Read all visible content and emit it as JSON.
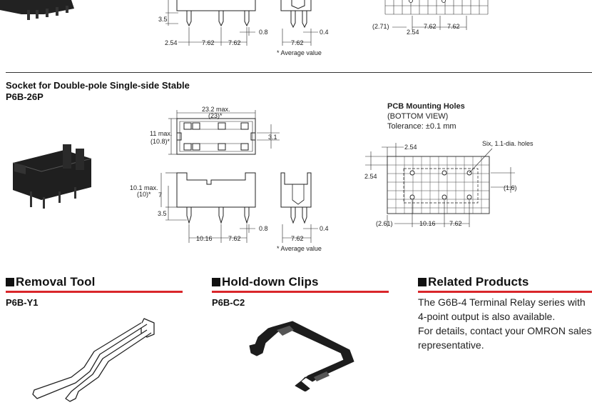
{
  "top_figure": {
    "dims": {
      "d35": "3.5",
      "d254": "2.54",
      "d762a": "7.62",
      "d762b": "7.62",
      "d08": "0.8",
      "d04": "0.4",
      "d762c": "7.62",
      "avg": "* Average value",
      "hole271": "(2.71)",
      "hole254": "2.54",
      "hole762a": "7.62",
      "hole762b": "7.62"
    }
  },
  "socket_26p": {
    "title": "Socket for Double-pole Single-side Stable",
    "model": "P6B-26P",
    "dims": {
      "w_max": "23.2 max.",
      "w_avg": "(23)*",
      "h_max": "11 max.",
      "h_avg": "(10.8)*",
      "d31": "3.1",
      "side_max": "10.1 max.",
      "side_avg": "(10)*",
      "d7": "7",
      "d35": "3.5",
      "d1016": "10.16",
      "d762a": "7.62",
      "d08": "0.8",
      "d04": "0.4",
      "d762b": "7.62",
      "avg": "* Average value"
    },
    "pcb": {
      "title": "PCB Mounting Holes",
      "view": "(BOTTOM VIEW)",
      "tolerance": "Tolerance: ±0.1 mm",
      "holes": "Six, 1.1-dia. holes",
      "d254top": "2.54",
      "d254left": "2.54",
      "d16": "(1.6)",
      "d261": "(2.61)",
      "d1016": "10.16",
      "d762": "7.62"
    }
  },
  "removal_tool": {
    "heading": "Removal Tool",
    "model": "P6B-Y1"
  },
  "hold_down": {
    "heading": "Hold-down Clips",
    "model": "P6B-C2"
  },
  "related": {
    "heading": "Related Products",
    "line1": "The G6B-4 Terminal Relay series with",
    "line2": "4-point output is also available.",
    "line3": "For details, contact your OMRON sales",
    "line4": "representative."
  },
  "colors": {
    "accent_rule": "#d9262a",
    "text": "#111111"
  }
}
